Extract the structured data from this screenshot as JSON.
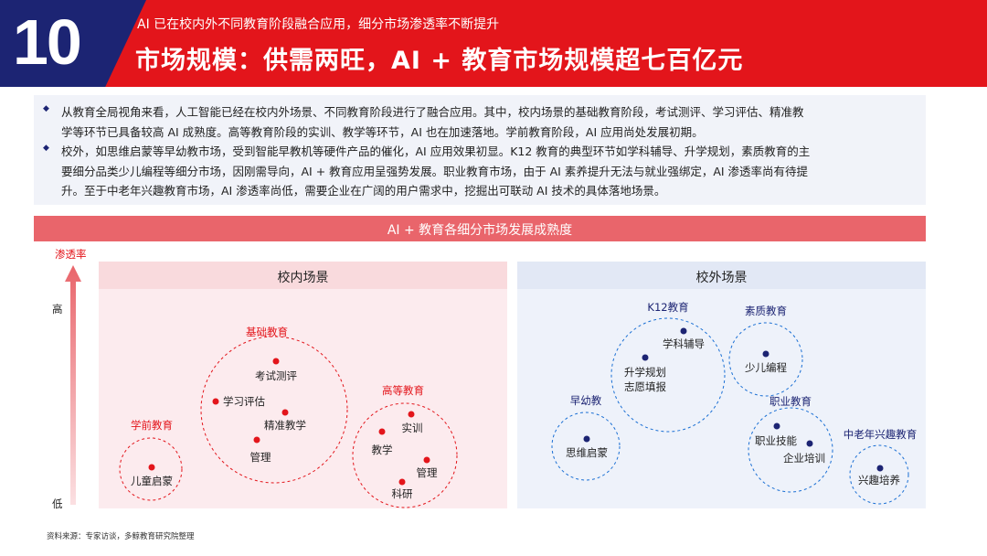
{
  "header": {
    "number": "10",
    "subtitle": "AI 已在校内外不同教育阶段融合应用，细分市场渗透率不断提升",
    "title": "市场规模：供需两旺，AI + 教育市场规模超七百亿元"
  },
  "intro": {
    "bullet_symbol": "◆",
    "lines": [
      "从教育全局视角来看，人工智能已经在校内外场景、不同教育阶段进行了融合应用。其中，校内场景的基础教育阶段，考试测评、学习评估、精准教",
      "学等环节已具备较高 AI 成熟度。高等教育阶段的实训、教学等环节，AI 也在加速落地。学前教育阶段，AI 应用尚处发展初期。",
      "校外，如思维启蒙等早幼教市场，受到智能早教机等硬件产品的催化，AI 应用效果初显。K12 教育的典型环节如学科辅导、升学规划，素质教育的主",
      "要细分品类少儿编程等细分市场，因刚需导向，AI + 教育应用呈强势发展。职业教育市场，由于 AI 素养提升无法与就业强绑定，AI 渗透率尚有待提",
      "升。至于中老年兴趣教育市场，AI 渗透率尚低，需要企业在广阔的用户需求中，挖掘出可联动 AI 技术的具体落地场景。"
    ]
  },
  "banner": "AI + 教育各细分市场发展成熟度",
  "y_axis": {
    "label": "渗透率",
    "high": "高",
    "low": "低"
  },
  "colors": {
    "red": "#e3151b",
    "navy": "#1c2473",
    "pink_dot": "#e3151b",
    "blue_dot": "#1c2473"
  },
  "panels": {
    "in_school": {
      "title": "校内场景",
      "groups": [
        {
          "name": "基础教育",
          "items": [
            "考试测评",
            "学习评估",
            "精准教学",
            "管理"
          ]
        },
        {
          "name": "高等教育",
          "items": [
            "实训",
            "教学",
            "管理",
            "科研"
          ]
        },
        {
          "name": "学前教育",
          "items": [
            "儿童启蒙"
          ]
        }
      ]
    },
    "out_school": {
      "title": "校外场景",
      "groups": [
        {
          "name": "K12教育",
          "items": [
            "学科辅导",
            "升学规划",
            "志愿填报"
          ]
        },
        {
          "name": "素质教育",
          "items": [
            "少儿编程"
          ]
        },
        {
          "name": "早幼教",
          "items": [
            "思维启蒙"
          ]
        },
        {
          "name": "职业教育",
          "items": [
            "职业技能",
            "企业培训"
          ]
        },
        {
          "name": "中老年兴趣教育",
          "items": [
            "兴趣培养"
          ]
        }
      ]
    }
  },
  "source": "资料来源：专家访谈，多鲸教育研究院整理"
}
